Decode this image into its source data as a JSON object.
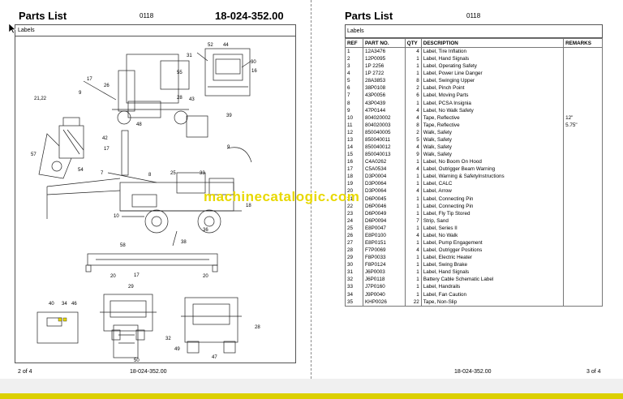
{
  "left_page": {
    "title": "Parts List",
    "page_code": "0118",
    "doc_number": "18-024-352.00",
    "section": "Labels",
    "footer_page": "2 of 4",
    "footer_doc": "18-024-352.00",
    "callouts": [
      "52",
      "44",
      "31",
      "30",
      "16",
      "55",
      "28",
      "43",
      "17",
      "26",
      "9",
      "21,22",
      "48",
      "39",
      "42",
      "17",
      "9",
      "57",
      "54",
      "7",
      "25",
      "33",
      "8",
      "10",
      "18",
      "38",
      "36",
      "58",
      "17",
      "20",
      "20",
      "29",
      "40",
      "34",
      "46",
      "32",
      "49",
      "28",
      "50",
      "47"
    ]
  },
  "right_page": {
    "title": "Parts List",
    "page_code": "0118",
    "section": "Labels",
    "columns": [
      "REF",
      "PART NO.",
      "QTY",
      "DESCRIPTION",
      "REMARKS"
    ],
    "rows": [
      [
        "1",
        "12A3476",
        "4",
        "Label, Tire Inflation",
        ""
      ],
      [
        "2",
        "12P0095",
        "1",
        "Label, Hand Signals",
        ""
      ],
      [
        "3",
        "1P 2256",
        "1",
        "Label, Operating Safety",
        ""
      ],
      [
        "4",
        "1P 2722",
        "1",
        "Label, Power Line Danger",
        ""
      ],
      [
        "5",
        "28A3853",
        "8",
        "Label, Swinging Upper",
        ""
      ],
      [
        "6",
        "38P0108",
        "2",
        "Label, Pinch Point",
        ""
      ],
      [
        "7",
        "43P0056",
        "6",
        "Label, Moving Parts",
        ""
      ],
      [
        "8",
        "43P0439",
        "1",
        "Label, PCSA Insignia",
        ""
      ],
      [
        "9",
        "47P0144",
        "4",
        "Label, No Walk Safety",
        ""
      ],
      [
        "10",
        "804020002",
        "4",
        "Tape, Reflective",
        "12\""
      ],
      [
        "11",
        "804020003",
        "8",
        "Tape, Reflective",
        "5.75\""
      ],
      [
        "12",
        "850040005",
        "2",
        "Walk, Safety",
        ""
      ],
      [
        "13",
        "850040011",
        "5",
        "Walk, Safety",
        ""
      ],
      [
        "14",
        "850040012",
        "4",
        "Walk, Safety",
        ""
      ],
      [
        "15",
        "850040013",
        "9",
        "Walk, Safety",
        ""
      ],
      [
        "16",
        "C4A0262",
        "1",
        "Label, No Boom On Hood",
        ""
      ],
      [
        "17",
        "C5A0534",
        "4",
        "Label, Outrigger Beam Warning",
        ""
      ],
      [
        "18",
        "D3P0004",
        "1",
        "Label, Warning & SafetyInstructions",
        ""
      ],
      [
        "19",
        "D3P0064",
        "1",
        "Label, CALC",
        ""
      ],
      [
        "20",
        "D3P0064",
        "4",
        "Label, Arrow",
        ""
      ],
      [
        "21",
        "D6P0045",
        "1",
        "Label, Connecting Pin",
        ""
      ],
      [
        "22",
        "D6P0046",
        "1",
        "Label, Connecting Pin",
        ""
      ],
      [
        "23",
        "D6P0049",
        "1",
        "Label, Fly Tip Stored",
        ""
      ],
      [
        "24",
        "D6P0094",
        "7",
        "Strip, Sand",
        ""
      ],
      [
        "25",
        "E8P0047",
        "1",
        "Label, Series II",
        ""
      ],
      [
        "26",
        "E8P0100",
        "4",
        "Label, No Walk",
        ""
      ],
      [
        "27",
        "E8P0151",
        "1",
        "Label, Pump Engagement",
        ""
      ],
      [
        "28",
        "F7P0069",
        "4",
        "Label, Outrigger Positions",
        ""
      ],
      [
        "29",
        "F8P0033",
        "1",
        "Label, Electric Heater",
        ""
      ],
      [
        "30",
        "F8P0124",
        "1",
        "Label, Swing Brake",
        ""
      ],
      [
        "31",
        "J6P0003",
        "1",
        "Label, Hand Signals",
        ""
      ],
      [
        "32",
        "J6P0118",
        "1",
        "Battery Cable Schematic Label",
        ""
      ],
      [
        "33",
        "J7P0160",
        "1",
        "Label, Handrails",
        ""
      ],
      [
        "34",
        "J9P0040",
        "1",
        "Label, Fan Caution",
        ""
      ],
      [
        "35",
        "KHP0026",
        "22",
        "Tape, Non-Slip",
        ""
      ]
    ],
    "footer_doc": "18-024-352.00",
    "footer_page": "3 of 4"
  },
  "watermark": "machinecatalogic.com",
  "colors": {
    "accent": "#dcd000",
    "watermark": "#e8d800",
    "divider": "#8a8a8a"
  }
}
